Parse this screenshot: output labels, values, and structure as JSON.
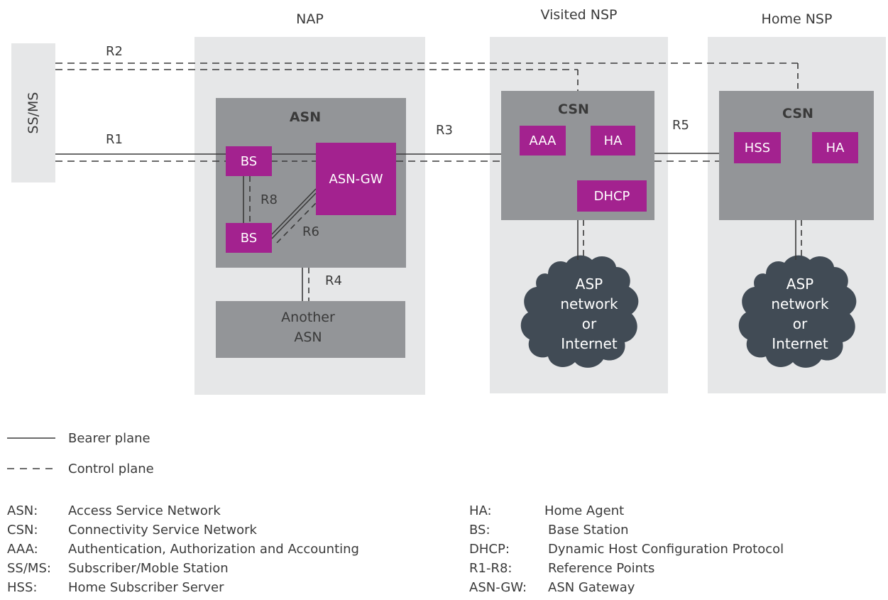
{
  "zones": {
    "nap": "NAP",
    "visited_nsp": "Visited NSP",
    "home_nsp": "Home NSP"
  },
  "terminal": "SS/MS",
  "asn": {
    "title": "ASN",
    "bs_top": "BS",
    "bs_bottom": "BS",
    "gw": "ASN-GW",
    "another": "Another ASN"
  },
  "visited_csn": {
    "title": "CSN",
    "aaa": "AAA",
    "ha": "HA",
    "dhcp": "DHCP"
  },
  "home_csn": {
    "title": "CSN",
    "hss": "HSS",
    "ha": "HA"
  },
  "clouds": {
    "visited": [
      "ASP",
      "network",
      "or",
      "Internet"
    ],
    "home": [
      "ASP",
      "network",
      "or",
      "Internet"
    ]
  },
  "reference_points": {
    "r1": "R1",
    "r2": "R2",
    "r3": "R3",
    "r4": "R4",
    "r5": "R5",
    "r6": "R6",
    "r8": "R8"
  },
  "legend": {
    "bearer": "Bearer plane",
    "control": "Control plane"
  },
  "abbreviations_left": [
    {
      "abbr": "ASN:",
      "desc": "Access Service Network"
    },
    {
      "abbr": "CSN:",
      "desc": "Connectivity Service Network"
    },
    {
      "abbr": "AAA:",
      "desc": "Authentication, Authorization and Accounting"
    },
    {
      "abbr": "SS/MS:",
      "desc": "Subscriber/Moble Station"
    },
    {
      "abbr": "HSS:",
      "desc": "Home Subscriber Server"
    }
  ],
  "abbreviations_right": [
    {
      "abbr": "HA:",
      "desc": "Home Agent"
    },
    {
      "abbr": "BS:",
      "desc": "Base Station"
    },
    {
      "abbr": "DHCP:",
      "desc": "Dynamic Host Configuration Protocol"
    },
    {
      "abbr": "R1-R8:",
      "desc": "Reference Points"
    },
    {
      "abbr": "ASN-GW:",
      "desc": "ASN Gateway"
    }
  ],
  "colors": {
    "zone": "#e6e7e8",
    "box": "#939598",
    "node": "#a3228f",
    "cloud": "#414b55",
    "line": "#3a3a3a"
  }
}
